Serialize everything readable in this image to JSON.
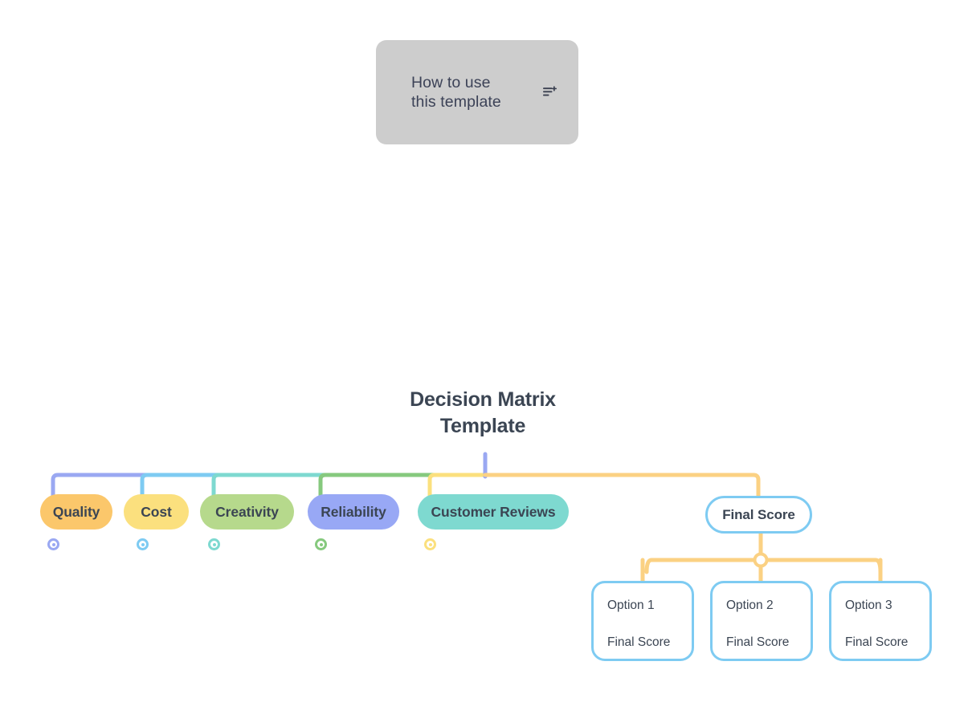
{
  "sticky_note": {
    "text": "How to use this template",
    "icon": "playlist-add-icon",
    "background": "#cdcdcd"
  },
  "mindmap": {
    "title_line1": "Decision Matrix",
    "title_line2": "Template",
    "title_color": "#3b4553",
    "criteria": [
      {
        "label": "Quality",
        "fill": "#fbc76b",
        "marker_color": "#9aa8f2",
        "wire_color": "#9aa8f2"
      },
      {
        "label": "Cost",
        "fill": "#fbe07e",
        "marker_color": "#7ecbf2",
        "wire_color": "#7ecbf2"
      },
      {
        "label": "Creativity",
        "fill": "#b6d98c",
        "marker_color": "#7ed9d0",
        "wire_color": "#7ed9d0"
      },
      {
        "label": "Reliability",
        "fill": "#98a8f5",
        "marker_color": "#86c97e",
        "wire_color": "#86c97e"
      },
      {
        "label": "Customer Reviews",
        "fill": "#7ed9d0",
        "marker_color": "#fbe07e",
        "wire_color": "#fbe07e"
      }
    ],
    "final_score": {
      "label": "Final Score",
      "border": "#7ecbf2",
      "wire_color": "#fbd183"
    },
    "options": [
      {
        "title": "Option 1",
        "subtitle": "Final Score"
      },
      {
        "title": "Option 2",
        "subtitle": "Final Score"
      },
      {
        "title": "Option 3",
        "subtitle": "Final Score"
      }
    ],
    "trunk_color": "#9aa8f2"
  }
}
